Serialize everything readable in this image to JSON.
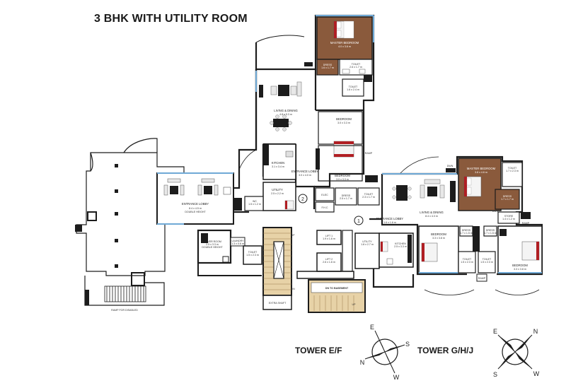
{
  "title": "3 BHK WITH UTILITY ROOM",
  "towers": {
    "left": "TOWER E/F",
    "right": "TOWER G/H/J"
  },
  "compass": {
    "n": "N",
    "s": "S",
    "e": "E",
    "w": "W"
  },
  "markers": {
    "a": "1",
    "b": "2"
  },
  "labels": {
    "ramp_disabled": "RAMP FOR DISABLED",
    "dn_basement": "DN TO BASEMENT",
    "up": "UP",
    "dn": "DN",
    "up2": "UP",
    "extra_shaft": "EXTRA SHAFT",
    "elec": "ELEC",
    "fhc": "F.H.C",
    "ramp1": "RAMP",
    "ramp2": "RAMP",
    "ramp3": "RAMP",
    "dwn1": "DWN",
    "dwn2": "DWN"
  },
  "rooms": {
    "master1": {
      "name": "MASTER BEDROOM",
      "size": "4.0 x 3.6 m"
    },
    "dress1": {
      "name": "DRESS",
      "size": "1.6 x 1.7 m"
    },
    "toilet1": {
      "name": "TOILET",
      "size": "2.6 x 1.7 m"
    },
    "toilet2": {
      "name": "TOILET",
      "size": "1.6 x 2.4 m"
    },
    "living1": {
      "name": "LIVING & DINING",
      "size": "4.8 x 5.3 m"
    },
    "bed1": {
      "name": "BEDROOM",
      "size": "3.0 x 3.3 m"
    },
    "bed2": {
      "name": "BEDROOM",
      "size": "3.0 x 3.3 m"
    },
    "kitchen1": {
      "name": "KITCHEN",
      "size": "3.1 x 3.4 m"
    },
    "lobby1": {
      "name": "ENTRANCE LOBBY",
      "size": "3.0 x 4.0 m"
    },
    "entrance_big": {
      "name": "ENTRANCE LOBBY",
      "size": "8.4 x 4.5 m",
      "note": "DOUBLE HEIGHT"
    },
    "utility1": {
      "name": "UTILITY",
      "size": "2.5 x 2.2 m"
    },
    "wc1": {
      "name": "WC",
      "size": "1.5 x 1.2 m"
    },
    "dress2": {
      "name": "DRESS",
      "size": "2.5 x 1.7 m"
    },
    "toilet3": {
      "name": "TOILET",
      "size": "2.3 x 1.7 m"
    },
    "driver": {
      "name": "DRIVER ROOM",
      "size": "2.5 x 3.3 m",
      "note": "DOUBLE HEIGHT"
    },
    "laundry": {
      "name": "LAUNDRY",
      "size": "1.3 x 0.6 m"
    },
    "toilet4": {
      "name": "TOILET",
      "size": "1.5 x 2.3 m"
    },
    "lift1": {
      "name": "LIFT 1",
      "size": "1.9 x 1.6 m"
    },
    "lift2": {
      "name": "LIFT 2",
      "size": "2.6 x 1.6 m"
    },
    "lobby2": {
      "name": "ENTRANCE LOBBY",
      "size": "1.6 x 1.6 m"
    },
    "utility2": {
      "name": "UTILITY",
      "size": "1.8 x 2.7 m"
    },
    "kitchen2": {
      "name": "KITCHEN",
      "size": "2.5 x 3.3 m"
    },
    "living2": {
      "name": "LIVING & DINING",
      "size": "8.4 x 4.3 m"
    },
    "master2": {
      "name": "MASTER BEDROOM",
      "size": "3.8 x 4.6 m"
    },
    "toilet5": {
      "name": "TOILET",
      "size": "1.7 x 2.3 m"
    },
    "dress3": {
      "name": "DRESS",
      "size": "1.7 x 1.7 m"
    },
    "store": {
      "name": "STORE",
      "size": "1.4 x 1.2 m"
    },
    "bed3": {
      "name": "BEDROOM",
      "size": "3.3 x 3.8 m"
    },
    "dress4": {
      "name": "DRESS",
      "size": "1.7 x 1.5 m"
    },
    "dress5": {
      "name": "DRESS",
      "size": "1.7 x 1.5 m"
    },
    "toilet6": {
      "name": "TOILET",
      "size": "1.5 x 2.3 m"
    },
    "toilet7": {
      "name": "TOILET",
      "size": "1.5 x 2.3 m"
    },
    "bed4": {
      "name": "BEDROOM",
      "size": "3.3 x 3.8 m"
    }
  },
  "colors": {
    "wall": "#1c1c1c",
    "floor_wood": "#8a5a3c",
    "bed_red": "#b01e23",
    "glass": "#6fa9d6"
  }
}
